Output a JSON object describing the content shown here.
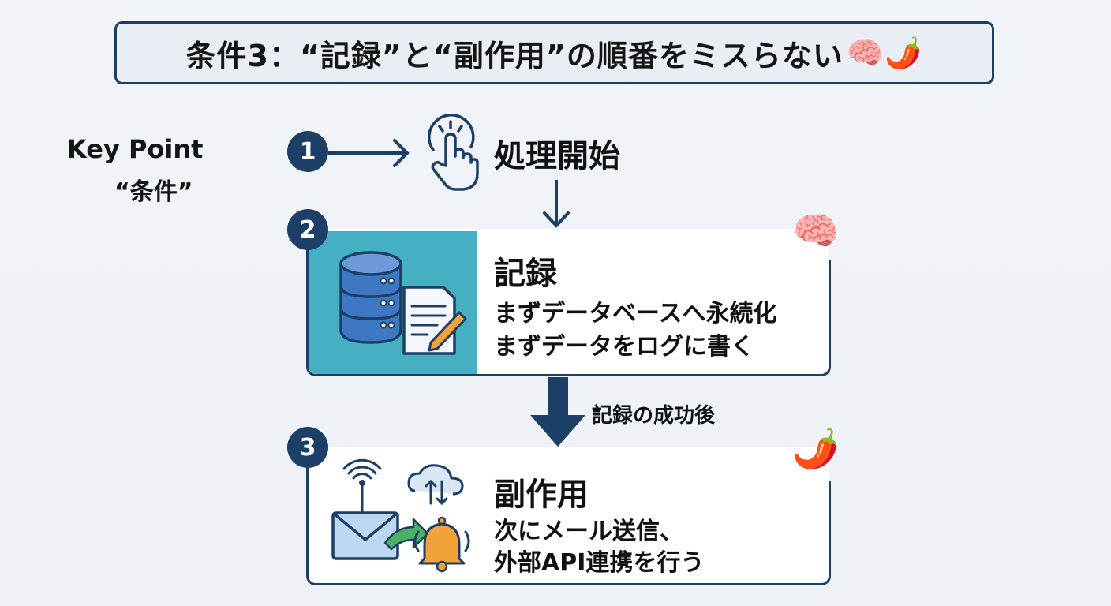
{
  "title": {
    "text": "条件3：“記録”と“副作用”の順番をミスらない",
    "emoji": "🧠🌶️"
  },
  "key_point": {
    "line1": "Key Point",
    "line2": "“条件”"
  },
  "steps": [
    {
      "number": "1",
      "heading": "処理開始",
      "icon": "tap-hand-icon"
    },
    {
      "number": "2",
      "heading": "記録",
      "lines": [
        "まずデータベースへ永続化",
        "まずデータをログに書く"
      ],
      "icon": "database-document-icon",
      "badge": "🧠"
    },
    {
      "number": "3",
      "heading": "副作用",
      "lines": [
        "次にメール送信、",
        "外部API連携を行う"
      ],
      "icon": "email-cloud-bell-icon",
      "badge": "🌶️"
    }
  ],
  "arrow_label": "記録の成功後",
  "colors": {
    "navy": "#1c3f67",
    "teal_panel": "#45b0c1",
    "bell": "#f2a23a",
    "arrow_green": "#4caf63"
  }
}
